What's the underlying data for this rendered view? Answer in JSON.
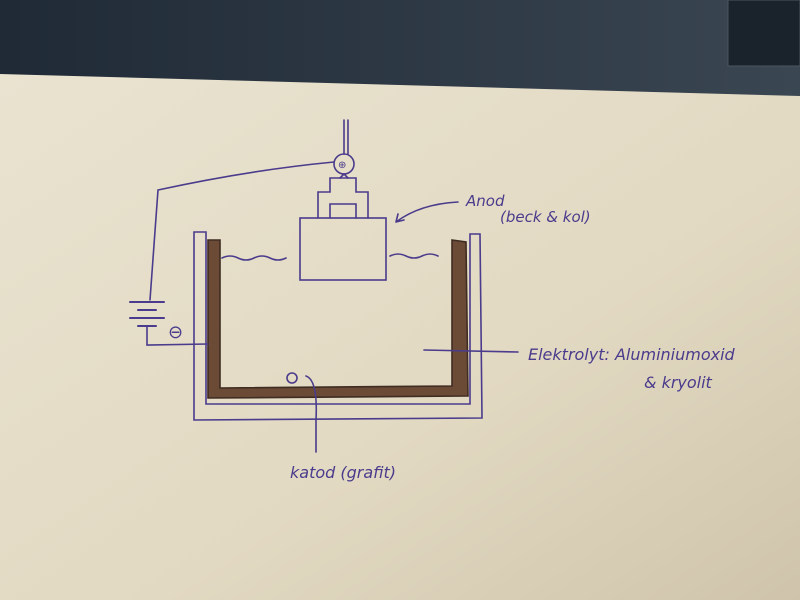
{
  "diagram": {
    "anode_label": "Anod",
    "anode_sub": "(beck & kol)",
    "electrolyte_label": "Elektrolyt: Aluminiumoxid",
    "electrolyte_sub": "& kryolit",
    "cathode_label": "katod (grafit)",
    "minus_sign": "⊖",
    "plus_sign": "⊕"
  },
  "colors": {
    "ink": "#4a3b8c",
    "lining": "#5a3a2a",
    "paper": "#e6dfcb",
    "desk": "#2a3440"
  }
}
